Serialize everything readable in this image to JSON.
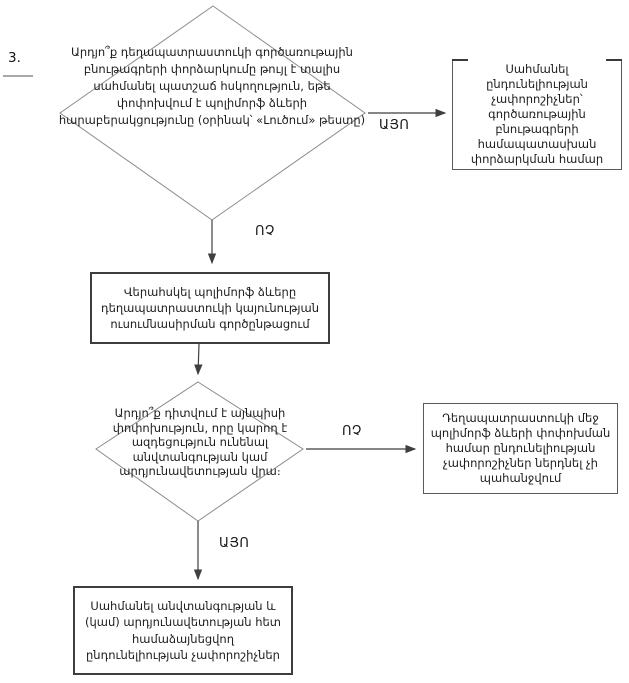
{
  "page": {
    "step_label": "3."
  },
  "flowchart": {
    "decision_functional_test": {
      "text": "Արդյո՞ք դեղապատրաստուկի գործառութային բնութագրերի փորձարկումը թույլ է տալիս սահմանել պատշաճ հսկողություն, եթե փոփոխվում է պոլիմորֆ ձևերի հարաբերակցությունը (օրինակ՝ «Լուծում» թեստը)"
    },
    "process_set_functional_criteria": {
      "text": "Սահմանել ընդունելիության չափորոշիչներ՝ գործառութային բնութագրերի համապատասխան փորձարկման համար"
    },
    "process_monitor_stability": {
      "text": "Վերահսկել պոլիմորֆ ձևերը դեղապատրաստուկի կայունության ուսումնասիրման գործընթացում"
    },
    "decision_change_observed": {
      "text": "Արդյո՞ք դիտվում է այնպիսի փոփոխություն, որը կարող է ազդեցություն ունենալ անվտանգության կամ արդյունավետության վրա։"
    },
    "process_no_criteria_needed": {
      "text": "Դեղապատրաստուկի մեջ պոլիմորֆ ձևերի փոփոխման համար ընդունելիության չափորոշիչներ ներդնել չի պահանջվում"
    },
    "process_set_safety_criteria": {
      "text": "Սահմանել անվտանգության և (կամ) արդյունավետության հետ համաձայնեցվող ընդունելիության չափորոշիչներ"
    },
    "labels": {
      "yes1": "ԱՅՈ",
      "no1": "ՈՉ",
      "no2": "ՈՉ",
      "yes2": "ԱՅՈ"
    }
  },
  "colors": {
    "background": "#ffffff",
    "diamond_line": "#8c8c8c",
    "arrow_line": "#3f3f3f",
    "box_border": "#3d3d3d",
    "text": "#1c1c1c"
  }
}
